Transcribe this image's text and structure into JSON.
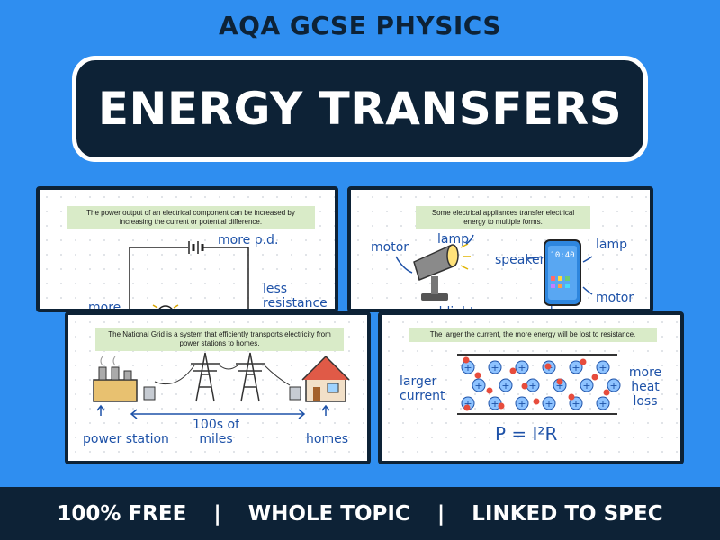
{
  "header": {
    "subtitle": "AQA GCSE PHYSICS",
    "title": "ENERGY TRANSFERS"
  },
  "slides": [
    {
      "caption": "The power output of an electrical component can be increased by increasing the current or potential difference.",
      "labels": [
        "more p.d.",
        "less resistance",
        "more"
      ]
    },
    {
      "caption": "Some electrical appliances transfer electrical energy to multiple forms.",
      "labels": [
        "motor",
        "lamp",
        "speaker",
        "lamp",
        "motor",
        "searchlight",
        "phone"
      ],
      "phone_screen": "10:40"
    },
    {
      "caption": "The National Grid is a system that efficiently transports electricity from power stations to homes.",
      "labels": [
        "power station",
        "100s of miles",
        "homes"
      ]
    },
    {
      "caption": "The larger the current, the more energy will be lost to resistance.",
      "labels": [
        "larger current",
        "more heat loss"
      ],
      "formula": "P = I²R"
    }
  ],
  "footer": {
    "items": [
      "100% FREE",
      "|",
      "WHOLE TOPIC",
      "|",
      "LINKED TO SPEC"
    ]
  },
  "colors": {
    "background": "#2f8ef0",
    "navy": "#0d2236",
    "handwriting": "#1e52a8",
    "caption_bg": "#d9ebc8"
  }
}
